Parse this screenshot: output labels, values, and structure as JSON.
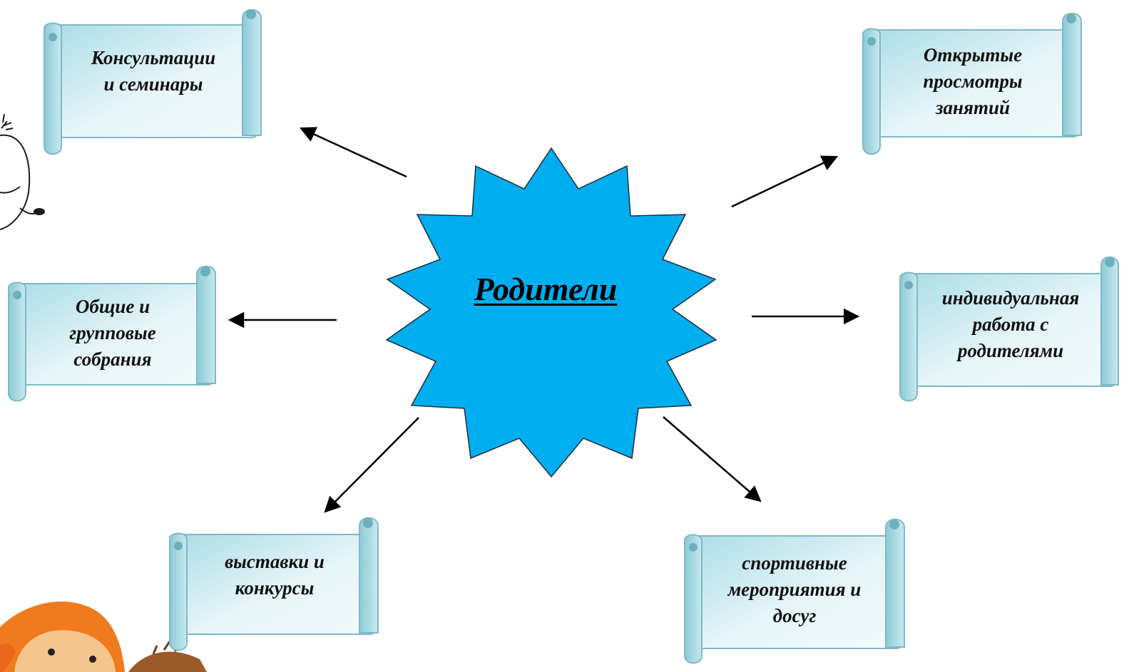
{
  "center": {
    "label": "Родители"
  },
  "colors": {
    "star_fill": "#00AEEF",
    "scroll_fill_light": "#E6F5F8",
    "scroll_fill_dark": "#A9DCE6",
    "arrow": "#000000",
    "text": "#111111"
  },
  "nodes": {
    "consultations": {
      "lines": [
        "Консультации",
        "и семинары"
      ]
    },
    "open_lessons": {
      "lines": [
        "Открытые",
        "просмотры",
        "занятий"
      ]
    },
    "meetings": {
      "lines": [
        "Общие и",
        "групповые",
        "собрания"
      ]
    },
    "individual_work": {
      "lines": [
        "индивидуальная",
        "работа с",
        "родителями"
      ]
    },
    "exhibitions": {
      "lines": [
        "выставки и",
        "конкурсы"
      ]
    },
    "sports": {
      "lines": [
        "спортивные",
        "мероприятия и",
        "досуг"
      ]
    }
  },
  "decorations": [
    "cartoon-child-doodle",
    "cartoon-children-heads"
  ]
}
